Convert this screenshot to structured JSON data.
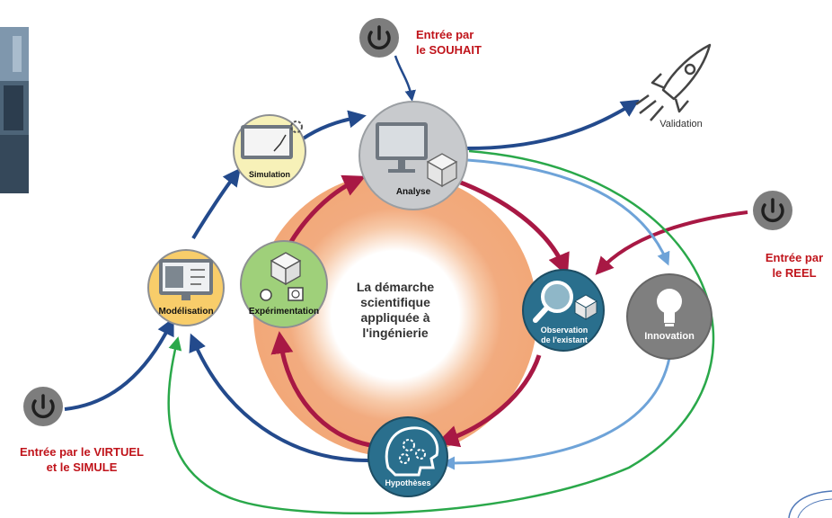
{
  "colors": {
    "ring": "#f2ab7f",
    "dark_blue": "#234a8c",
    "light_blue": "#6ea3d8",
    "green": "#2aa84a",
    "crimson": "#a81844",
    "entry_red": "#c0141b"
  },
  "center": {
    "line1": "La démarche",
    "line2": "scientifique",
    "line3": "appliquée à",
    "line4": "l'ingénierie"
  },
  "nodes": {
    "analyse": "Analyse",
    "simulation": "Simulation",
    "modelisation": "Modélisation",
    "experimentation": "Expérimentation",
    "observation_line1": "Observation",
    "observation_line2": "de l'existant",
    "innovation": "Innovation",
    "hypotheses": "Hypothèses",
    "validation": "Validation"
  },
  "entries": {
    "souhait_line1": "Entrée par",
    "souhait_line2": "le SOUHAIT",
    "reel_line1": "Entrée par",
    "reel_line2": "le REEL",
    "virtuel_line1": "Entrée par le VIRTUEL",
    "virtuel_line2": "et le SIMULE"
  },
  "icons": [
    "power-icon",
    "rocket-icon",
    "magnifier-icon",
    "lightbulb-icon",
    "head-gears-icon",
    "monitor-icon",
    "cube-icon",
    "timer-icon"
  ]
}
